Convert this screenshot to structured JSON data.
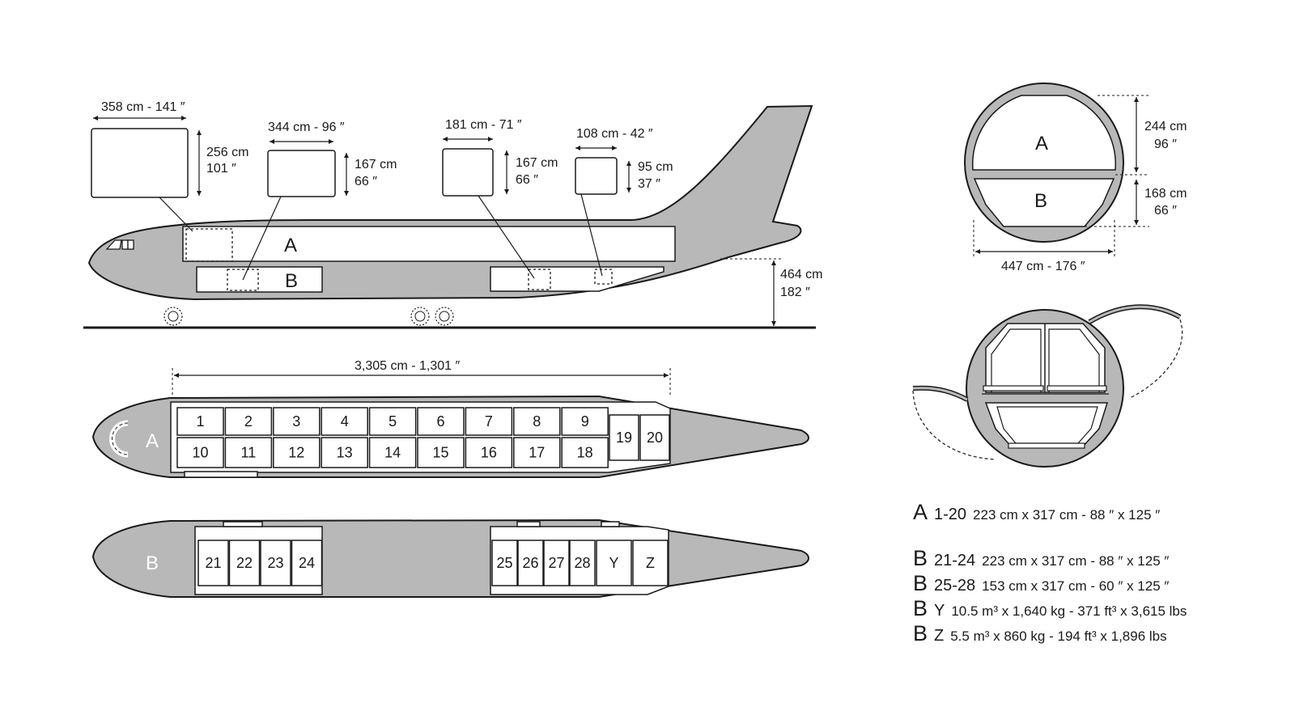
{
  "dimensions": {
    "pallet1": {
      "w": "358 cm - 141 ″",
      "h1": "256 cm",
      "h2": "101 ″"
    },
    "pallet2": {
      "w": "344 cm - 96 ″",
      "h1": "167 cm",
      "h2": "66 ″"
    },
    "pallet3": {
      "w": "181 cm - 71 ″",
      "h1": "167 cm",
      "h2": "66 ″"
    },
    "pallet4": {
      "w": "108 cm - 42 ″",
      "h1": "95 cm",
      "h2": "37 ″"
    },
    "height": {
      "h1": "464 cm",
      "h2": "182 ″"
    },
    "length": "3,305 cm  -  1,301 ″",
    "section_upper": {
      "h1": "244 cm",
      "h2": "96 ″"
    },
    "section_lower": {
      "h1": "168 cm",
      "h2": "66 ″"
    },
    "section_width": "447 cm - 176 ″"
  },
  "deck_labels": {
    "upper": "A",
    "lower": "B"
  },
  "upper_deck_positions": {
    "top_row": [
      "1",
      "2",
      "3",
      "4",
      "5",
      "6",
      "7",
      "8",
      "9"
    ],
    "bottom_row": [
      "10",
      "11",
      "12",
      "13",
      "14",
      "15",
      "16",
      "17",
      "18"
    ],
    "tail": [
      "19",
      "20"
    ]
  },
  "lower_deck_positions": {
    "forward": [
      "21",
      "22",
      "23",
      "24"
    ],
    "aft": [
      "25",
      "26",
      "27",
      "28"
    ],
    "bulk": [
      "Y",
      "Z"
    ]
  },
  "legend": [
    {
      "letter": "A",
      "range": "1-20",
      "desc": "223 cm x 317 cm - 88 ″ x 125 ″"
    },
    {
      "letter": "B",
      "range": "21-24",
      "desc": "223 cm x 317 cm - 88 ″ x 125 ″"
    },
    {
      "letter": "B",
      "range": "25-28",
      "desc": "153 cm x 317 cm - 60 ″ x 125 ″"
    },
    {
      "letter": "B",
      "range": "Y",
      "desc": "10.5 m³ x 1,640 kg - 371 ft³ x 3,615 lbs"
    },
    {
      "letter": "B",
      "range": "Z",
      "desc": "5.5 m³ x 860 kg - 194 ft³ x 1,896 lbs"
    }
  ]
}
